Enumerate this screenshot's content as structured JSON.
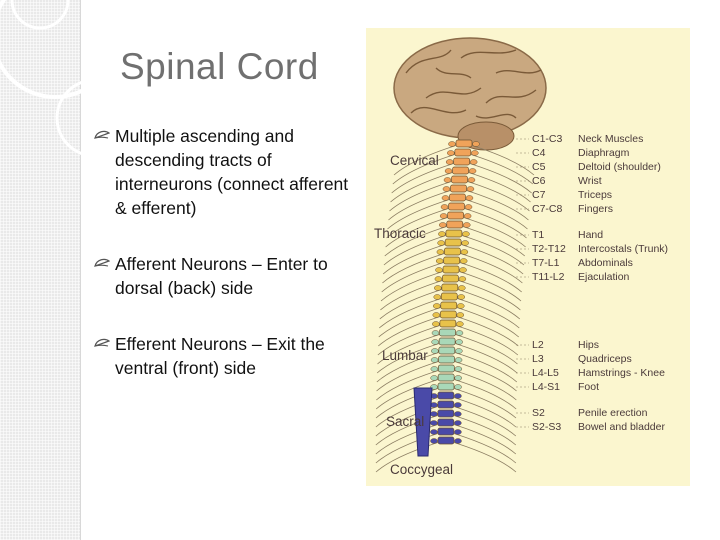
{
  "slide": {
    "title": "Spinal Cord",
    "bullets": [
      {
        "text": "Multiple ascending and descending tracts of interneurons (connect afferent & efferent)"
      },
      {
        "text": "Afferent Neurons – Enter to dorsal (back) side"
      },
      {
        "text": "Efferent Neurons – Exit the ventral (front) side"
      }
    ]
  },
  "figure": {
    "regions": [
      "Cervical",
      "Thoracic",
      "Lumbar",
      "Sacral",
      "Coccygeal"
    ],
    "segments": [
      {
        "level": "C1-C3",
        "function": "Neck Muscles"
      },
      {
        "level": "C4",
        "function": "Diaphragm"
      },
      {
        "level": "C5",
        "function": "Deltoid (shoulder)"
      },
      {
        "level": "C6",
        "function": "Wrist"
      },
      {
        "level": "C7",
        "function": "Triceps"
      },
      {
        "level": "C7-C8",
        "function": "Fingers"
      },
      {
        "level": "T1",
        "function": "Hand"
      },
      {
        "level": "T2-T12",
        "function": "Intercostals (Trunk)"
      },
      {
        "level": "T7-L1",
        "function": "Abdominals"
      },
      {
        "level": "T11-L2",
        "function": "Ejaculation"
      },
      {
        "level": "L2",
        "function": "Hips"
      },
      {
        "level": "L3",
        "function": "Quadriceps"
      },
      {
        "level": "L4-L5",
        "function": "Hamstrings - Knee"
      },
      {
        "level": "L4-S1",
        "function": "Foot"
      },
      {
        "level": "S2",
        "function": "Penile erection"
      },
      {
        "level": "S2-S3",
        "function": "Bowel and bladder"
      }
    ],
    "colors": {
      "background": "#fbf6cf",
      "brain": "#c9a880",
      "cervical": "#f0a35a",
      "thoracic": "#e8c24a",
      "lumbar": "#a9d8b8",
      "sacral": "#4a4aa8",
      "text": "#4a3a3a"
    }
  }
}
